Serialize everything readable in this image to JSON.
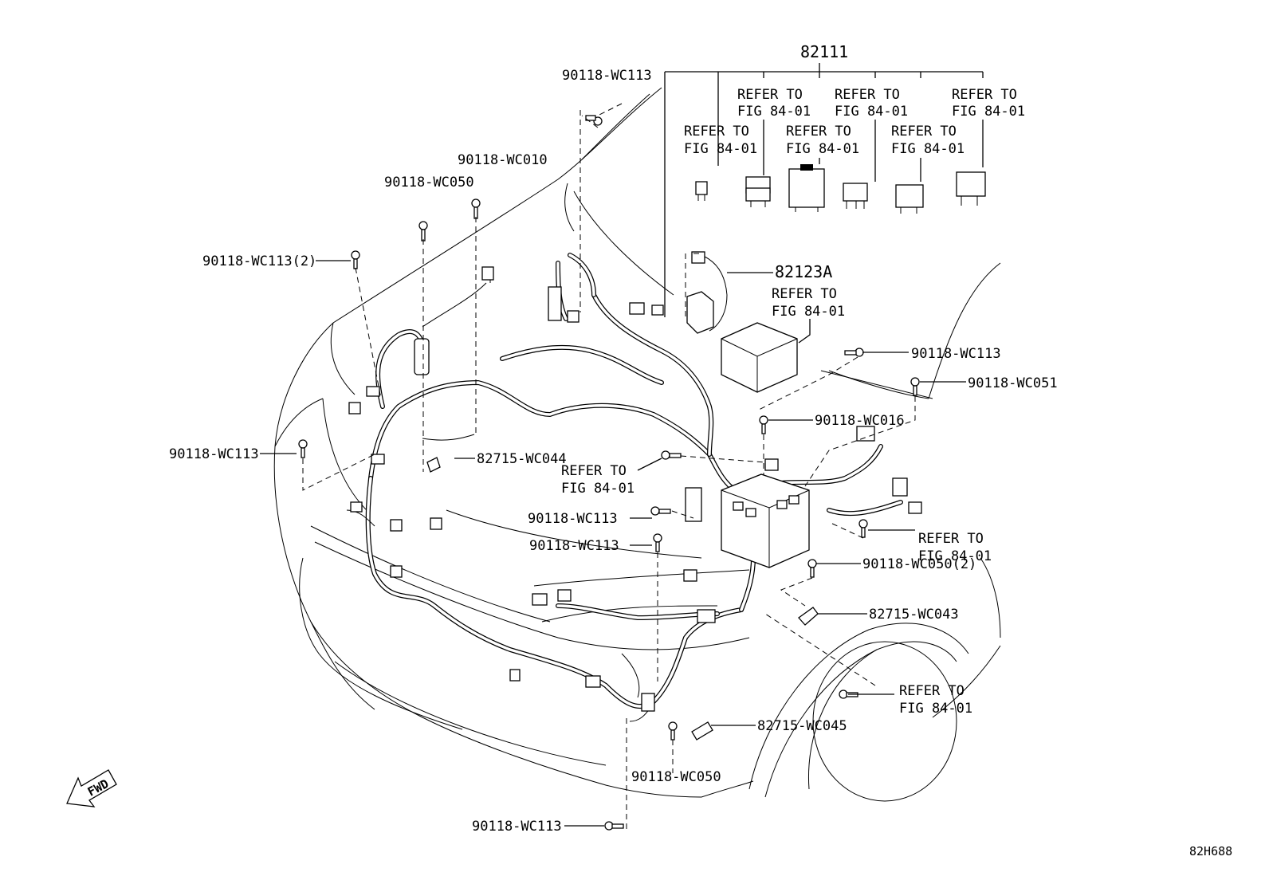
{
  "diagram": {
    "main_part": "82111",
    "refer_texts": [
      {
        "line1": "REFER TO",
        "line2": "FIG 84-01"
      },
      {
        "line1": "REFER TO",
        "line2": "FIG 84-01"
      },
      {
        "line1": "REFER TO",
        "line2": "FIG 84-01"
      },
      {
        "line1": "REFER TO",
        "line2": "FIG 84-01"
      },
      {
        "line1": "REFER TO",
        "line2": "FIG 84-01"
      },
      {
        "line1": "REFER TO",
        "line2": "FIG 84-01"
      },
      {
        "line1": "REFER TO",
        "line2": "FIG 84-01"
      },
      {
        "line1": "REFER TO",
        "line2": "FIG 84-01"
      },
      {
        "line1": "REFER TO",
        "line2": "FIG 84-01"
      },
      {
        "line1": "REFER TO",
        "line2": "FIG 84-01"
      }
    ],
    "callouts": [
      "90118-WC113",
      "90118-WC010",
      "90118-WC050",
      "90118-WC113(2)",
      "82123A",
      "90118-WC113",
      "90118-WC051",
      "90118-WC016",
      "90118-WC113",
      "82715-WC044",
      "90118-WC113",
      "90118-WC113",
      "90118-WC050(2)",
      "82715-WC043",
      "82715-WC045",
      "90118-WC050",
      "90118-WC113"
    ],
    "direction_label": "FWD",
    "figure_code": "82H688"
  }
}
